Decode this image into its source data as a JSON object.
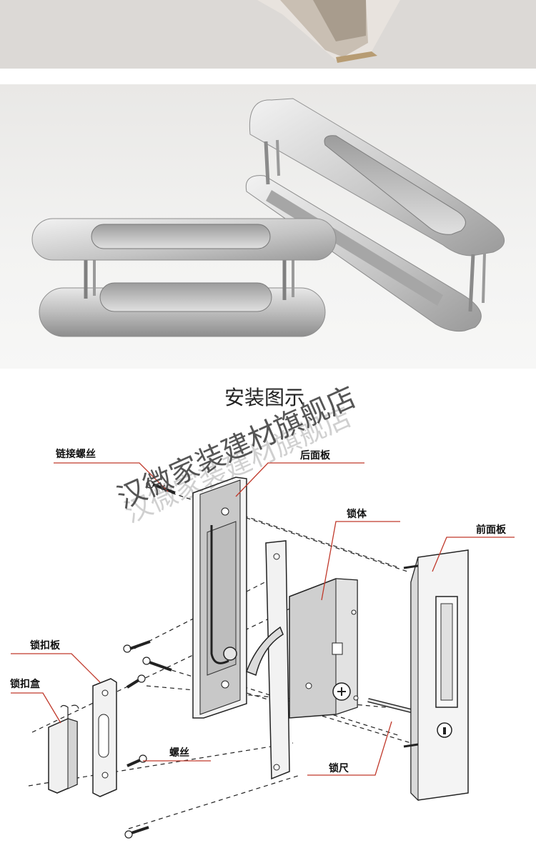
{
  "diagram": {
    "title": "安装图示",
    "labels": {
      "link_screw": "链接螺丝",
      "rear_panel": "后面板",
      "lock_body": "锁体",
      "front_panel": "前面板",
      "strike_plate": "锁扣板",
      "strike_box": "锁扣盒",
      "screw": "螺丝",
      "spindle": "锁尺"
    }
  },
  "watermark": {
    "line1": "汉微家装建材旗舰店",
    "line2": "汉微家装建材旗舰店"
  },
  "colors": {
    "leader_line": "#c0392b",
    "metal": "#b9b9b9",
    "background": "#ffffff"
  }
}
